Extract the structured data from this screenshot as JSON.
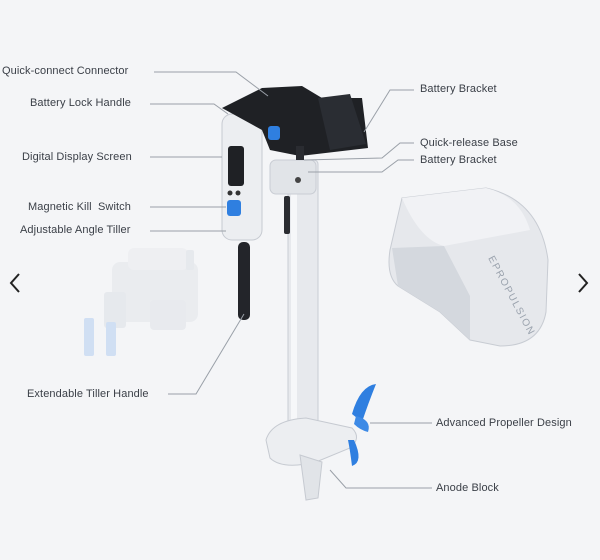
{
  "labels": {
    "quick_connect": "Quick-connect Connector",
    "battery_lock": "Battery Lock Handle",
    "digital_display": "Digital Display Screen",
    "magnetic_kill": "Magnetic Kill  Switch",
    "adjustable_tiller": "Adjustable Angle Tiller",
    "extendable_tiller": "Extendable Tiller Handle",
    "battery_bracket_top": "Battery Bracket",
    "quick_release": "Quick-release Base",
    "battery_bracket_2": "Battery Bracket",
    "propeller": "Advanced Propeller Design",
    "anode": "Anode Block"
  },
  "brand": {
    "battery_logo": "EPROPULSION"
  },
  "nav": {
    "prev_icon": "chevron-left-icon",
    "next_icon": "chevron-right-icon"
  },
  "colors": {
    "accent_blue": "#2f7fe0",
    "dark": "#1f2125",
    "body_white": "#eceef1",
    "text": "#3a3f47"
  }
}
